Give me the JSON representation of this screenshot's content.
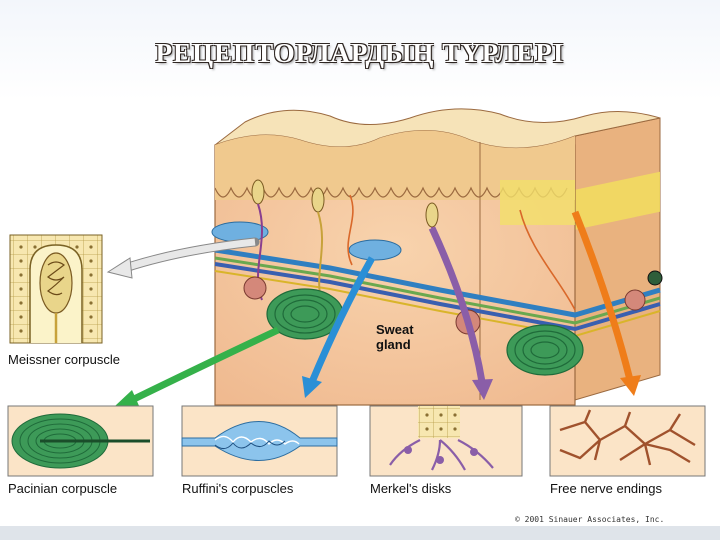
{
  "slide": {
    "title": "РЕЦЕПТОРЛАРДЫҢ ТҮРЛЕРІ"
  },
  "figure": {
    "sweat_gland_label_1": "Sweat",
    "sweat_gland_label_2": "gland",
    "panels": [
      {
        "label": "Meissner corpuscle",
        "arrow_color": "#e8e8e8"
      },
      {
        "label": "Pacinian corpuscle",
        "arrow_color": "#35b14a"
      },
      {
        "label": "Ruffini's corpuscles",
        "arrow_color": "#2a8fd6"
      },
      {
        "label": "Merkel's disks",
        "arrow_color": "#8a5ea8"
      },
      {
        "label": "Free nerve endings",
        "arrow_color": "#ef7d1a"
      }
    ],
    "copyright": "© 2001 Sinauer Associates, Inc."
  },
  "colors": {
    "skin_surface": "#f6e3b8",
    "epidermis": "#f0c98e",
    "dermis": "#f4c7a0",
    "yellow_layer": "#f3e06a",
    "panel_bg": "#fbe4c7",
    "nerve": "#a0522d"
  }
}
